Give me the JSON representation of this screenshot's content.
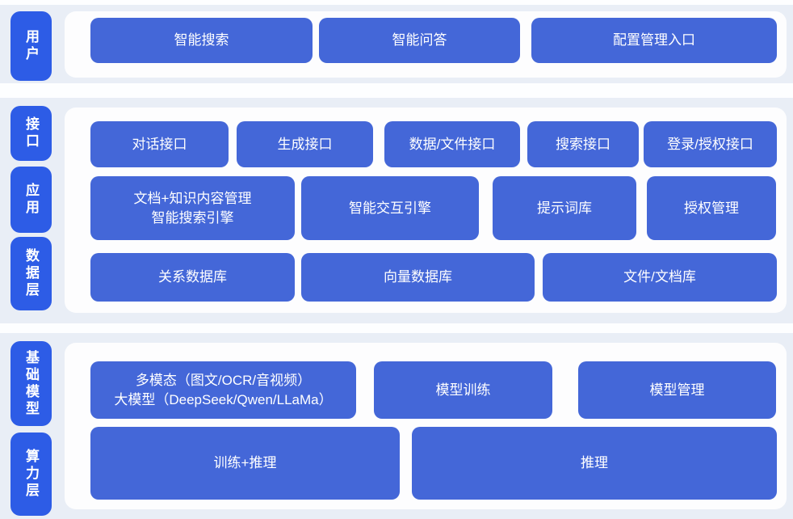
{
  "diagram_title": "",
  "colors": {
    "band_background": "#e9eef6",
    "panel_background": "#fdfdfe",
    "layer_label_blue": "#2d5ce6",
    "box_blue": "#4467d8",
    "text_white": "#ffffff"
  },
  "bands": [
    {
      "labels": [
        "用户"
      ],
      "rows": [
        [
          "智能搜索",
          "智能问答",
          "配置管理入口"
        ]
      ]
    },
    {
      "labels": [
        "接口",
        "应用",
        "数据层"
      ],
      "rows": [
        [
          "对话接口",
          "生成接口",
          "数据/文件接口",
          "搜索接口",
          "登录/授权接口"
        ],
        [
          "文档+知识内容管理\n智能搜索引擎",
          "智能交互引擎",
          "提示词库",
          "授权管理"
        ],
        [
          "关系数据库",
          "向量数据库",
          "文件/文档库"
        ]
      ]
    },
    {
      "labels": [
        "基础模型",
        "算力层"
      ],
      "rows": [
        [
          "多模态（图文/OCR/音视频）\n大模型（DeepSeek/Qwen/LLaMa）",
          "模型训练",
          "模型管理"
        ],
        [
          "训练+推理",
          "推理"
        ]
      ]
    }
  ]
}
